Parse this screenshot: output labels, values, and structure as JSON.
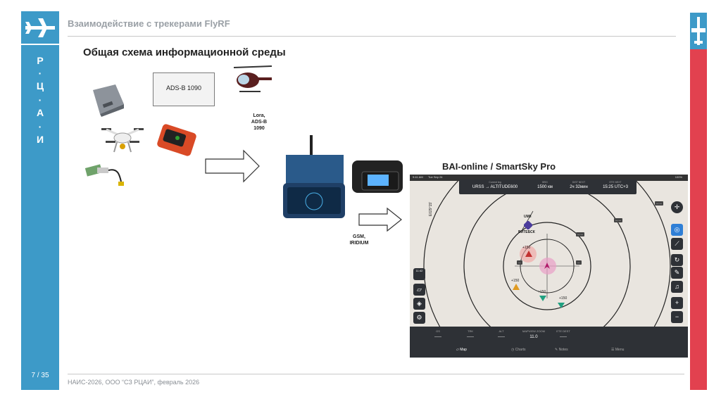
{
  "header": {
    "title": "Взаимодействие с трекерами FlyRF"
  },
  "slide": {
    "title": "Общая схема информационной среды"
  },
  "sidebar": {
    "letters": [
      "Р",
      "·",
      "Ц",
      "·",
      "А",
      "·",
      "И"
    ],
    "page": "7 / 35"
  },
  "footer": {
    "text": "НАИС-2026, ООО “СЗ РЦАИ”, февраль 2026"
  },
  "diagram": {
    "adsb_box": "ADS-B 1090",
    "uplink_label": "Lora,\nADS-B\n1090",
    "gsm_label": "GSM,\nIRIDIUM",
    "app_title": "BAI-online / SmartSky Pro"
  },
  "app": {
    "status_time": "9:41 AM",
    "status_date": "Tue Sep 24",
    "status_battery": "100%",
    "info": [
      {
        "key": "Current leg",
        "value": "URSS → ALTITUDE600"
      },
      {
        "key": "BRG",
        "value": "1500 км"
      },
      {
        "key": "DIST NEXT",
        "value": "2ч 32мин"
      },
      {
        "key": "ETE NEXT",
        "value": "15:25 UTC+3"
      }
    ],
    "airport_code": "UMII",
    "airport_name": "ВИТЕБСК",
    "coord_label": "E029°15'",
    "utc_label": "11:42",
    "bottom": [
      {
        "key": "GS",
        "value": "-----"
      },
      {
        "key": "TRK",
        "value": "-----"
      },
      {
        "key": "ALT",
        "value": "-----"
      },
      {
        "key": "MAPVIEW ZOOM",
        "value": "11.0"
      },
      {
        "key": "ETE DEST",
        "value": "-----"
      }
    ],
    "tabs": [
      "Map",
      "Charts",
      "Notes",
      "Menu"
    ],
    "side_buttons": [
      "north-up",
      "locate",
      "chart",
      "rotate",
      "pencil",
      "headphones",
      "plus",
      "minus"
    ],
    "left_buttons": [
      "map",
      "layers",
      "settings"
    ],
    "plane_labels": [
      "+150",
      "+150",
      "+150",
      "+150"
    ],
    "colors": {
      "accent_blue": "#3d9ac8",
      "accent_red": "#e2414f",
      "panel": "#2e3136"
    }
  }
}
